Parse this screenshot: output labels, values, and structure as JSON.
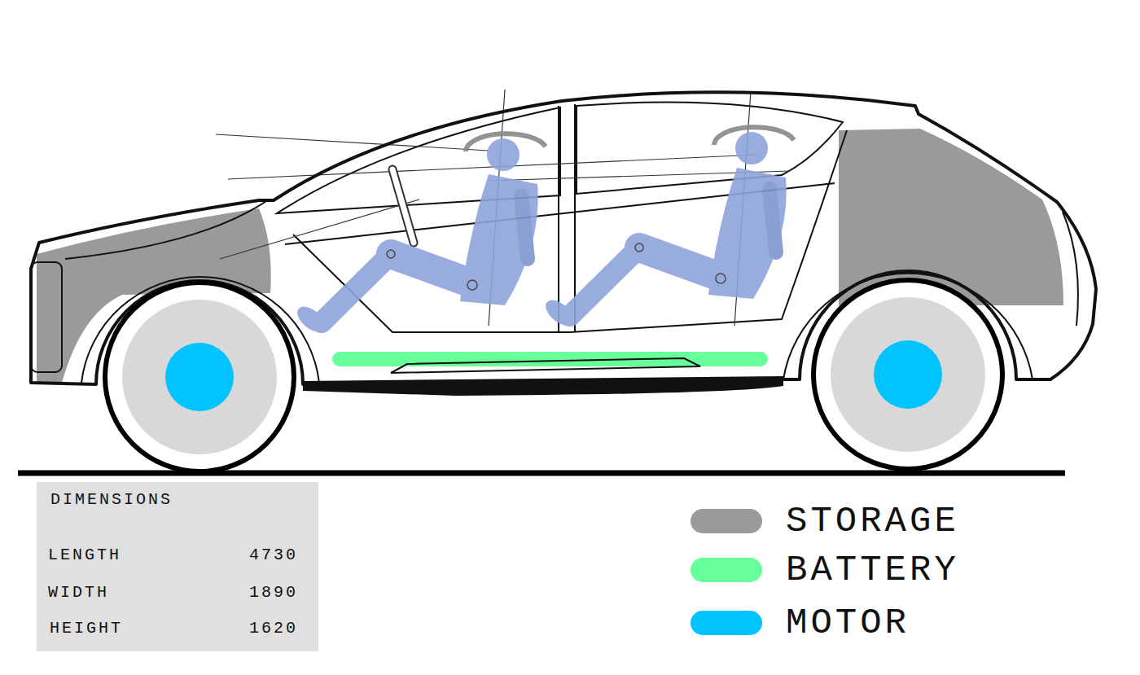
{
  "diagram": {
    "nodes": [
      {
        "text": [
          "DIMENSIONS",
          "LENGTH",
          "4730",
          "WIDTH",
          "1890",
          "HEIGHT",
          "1620"
        ]
      }
    ],
    "legend": [
      {
        "text": "STORAGE",
        "color": "#9a9a9a"
      },
      {
        "text": "BATTERY",
        "color": "#66ff99"
      },
      {
        "text": "MOTOR",
        "color": "#00c3ff"
      }
    ]
  }
}
